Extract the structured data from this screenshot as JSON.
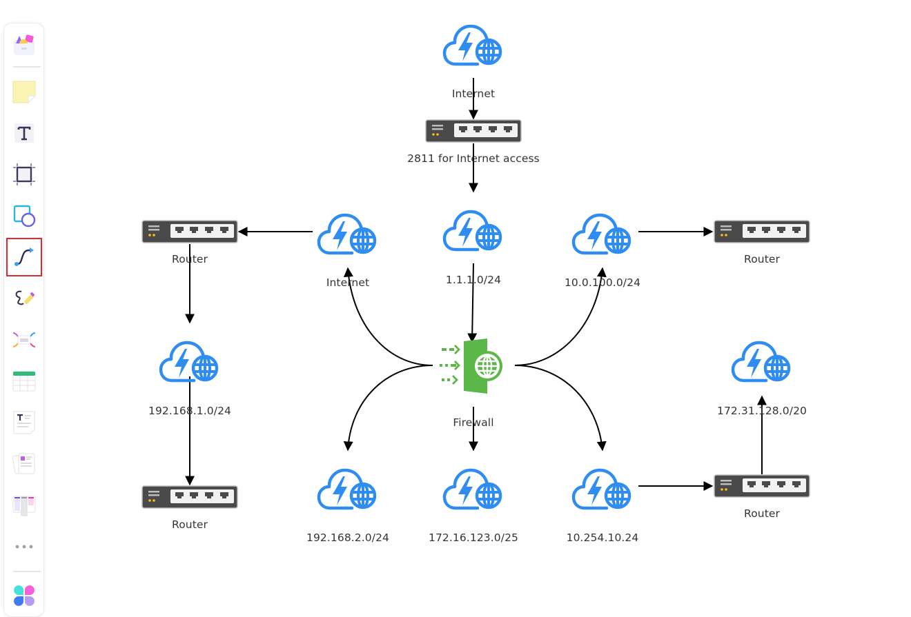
{
  "toolbar": {
    "items": [
      {
        "id": "templates",
        "icon": "template-box-icon"
      },
      {
        "id": "sticky-note",
        "icon": "sticky-note-icon"
      },
      {
        "id": "text",
        "icon": "text-icon"
      },
      {
        "id": "frame",
        "icon": "frame-icon"
      },
      {
        "id": "shape",
        "icon": "shape-icon"
      },
      {
        "id": "connector",
        "icon": "connector-icon",
        "selected": true
      },
      {
        "id": "pen",
        "icon": "pen-icon"
      },
      {
        "id": "mindmap",
        "icon": "mindmap-icon"
      },
      {
        "id": "table",
        "icon": "table-icon"
      },
      {
        "id": "doc",
        "icon": "document-icon"
      },
      {
        "id": "cards",
        "icon": "cards-icon"
      },
      {
        "id": "kanban",
        "icon": "kanban-icon"
      },
      {
        "id": "more",
        "icon": "more-icon"
      },
      {
        "id": "apps",
        "icon": "apps-icon"
      }
    ],
    "selected_color": "#e5262a"
  },
  "diagram": {
    "colors": {
      "cloud": "#2f8cf0",
      "firewall": "#5ab748",
      "router_body": "#4a4a4a",
      "router_led": "#f5c518",
      "edge": "#000000"
    },
    "nodes": {
      "internet_top": {
        "type": "cloud",
        "label": "Internet"
      },
      "router_2811": {
        "type": "router",
        "label": "2811 for Internet access"
      },
      "net_1_1_1": {
        "type": "cloud",
        "label": "1.1.1.0/24"
      },
      "internet_left": {
        "type": "cloud",
        "label": "Internet"
      },
      "router_left_top": {
        "type": "router",
        "label": "Router"
      },
      "net_10_0_100": {
        "type": "cloud",
        "label": "10.0.100.0/24"
      },
      "router_right_top": {
        "type": "router",
        "label": "Router"
      },
      "net_192_168_1": {
        "type": "cloud",
        "label": "192.168.1.0/24"
      },
      "router_left_bottom": {
        "type": "router",
        "label": "Router"
      },
      "firewall": {
        "type": "firewall",
        "label": "Firewall"
      },
      "net_192_168_2": {
        "type": "cloud",
        "label": "192.168.2.0/24"
      },
      "net_172_16_123": {
        "type": "cloud",
        "label": "172.16.123.0/25"
      },
      "net_10_254_10": {
        "type": "cloud",
        "label": "10.254.10.24"
      },
      "router_right_bottom": {
        "type": "router",
        "label": "Router"
      },
      "net_172_31_128": {
        "type": "cloud",
        "label": "172.31.128.0/20"
      }
    },
    "edges": [
      {
        "from": "internet_top",
        "to": "router_2811"
      },
      {
        "from": "router_2811",
        "to": "net_1_1_1"
      },
      {
        "from": "net_1_1_1",
        "to": "firewall"
      },
      {
        "from": "internet_left",
        "to": "router_left_top"
      },
      {
        "from": "router_left_top",
        "to": "net_192_168_1"
      },
      {
        "from": "net_192_168_1",
        "to": "router_left_bottom"
      },
      {
        "from": "net_10_0_100",
        "to": "router_right_top"
      },
      {
        "from": "firewall",
        "to": "internet_left"
      },
      {
        "from": "firewall",
        "to": "net_10_0_100"
      },
      {
        "from": "firewall",
        "to": "net_192_168_2"
      },
      {
        "from": "firewall",
        "to": "net_172_16_123"
      },
      {
        "from": "firewall",
        "to": "net_10_254_10"
      },
      {
        "from": "net_10_254_10",
        "to": "router_right_bottom"
      },
      {
        "from": "router_right_bottom",
        "to": "net_172_31_128"
      }
    ]
  }
}
